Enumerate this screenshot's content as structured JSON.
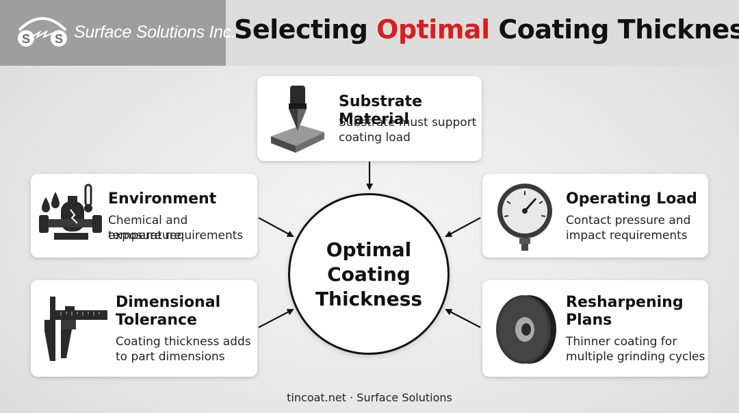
{
  "header": {
    "logo_text": "Surface Solutions Inc.",
    "logo_letters": [
      "S",
      "S"
    ],
    "title_part1": "Selecting ",
    "title_highlight": "Optimal",
    "title_part2": " Coating Thickness"
  },
  "center": {
    "line1": "Optimal",
    "line2": "Coating",
    "line3": "Thickness"
  },
  "cards": {
    "substrate": {
      "title": "Substrate Material",
      "desc_line1": "Substrate must support",
      "desc_line2": "coating load",
      "icon": "indenter-icon"
    },
    "environment": {
      "title": "Environment",
      "desc_line1": "Chemical and temperature",
      "desc_line2": "exposure requirements",
      "icon": "chemical-tank-icon"
    },
    "operating_load": {
      "title": "Operating Load",
      "desc_line1": "Contact pressure and",
      "desc_line2": "impact requirements",
      "icon": "pressure-gauge-icon"
    },
    "dimensional": {
      "title_line1": "Dimensional",
      "title_line2": "Tolerance",
      "desc_line1": "Coating thickness adds",
      "desc_line2": "to part dimensions",
      "icon": "caliper-icon"
    },
    "resharpening": {
      "title_line1": "Resharpening",
      "title_line2": "Plans",
      "desc_line1": "Thinner coating for",
      "desc_line2": "multiple grinding cycles",
      "icon": "grinding-wheel-icon"
    }
  },
  "footer": {
    "text": "tincoat.net · Surface Solutions"
  },
  "colors": {
    "accent": "#d71f1f",
    "header_bg": "#dcdcdc",
    "logo_bg": "#9e9e9e"
  }
}
